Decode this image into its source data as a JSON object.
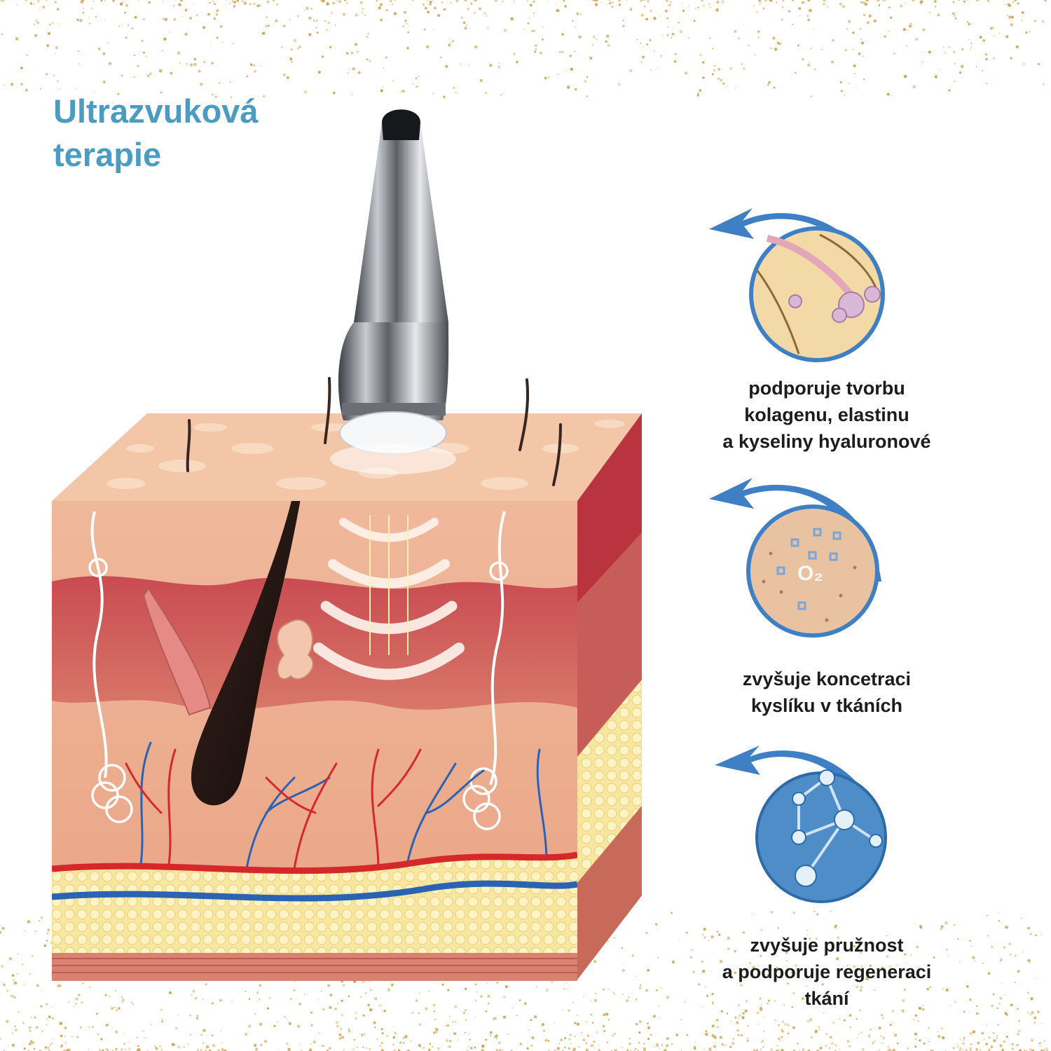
{
  "title": "Ultrazvuková\nterapie",
  "benefits": [
    {
      "icon": "collagen-fiber-icon",
      "caption": "podporuje tvorbu\nkolagenu, elastinu\na kyseliny hyaluronové"
    },
    {
      "icon": "oxygen-molecule-icon",
      "caption": "zvyšuje koncetraci\nkyslíku v tkáních",
      "symbol": "O₂"
    },
    {
      "icon": "molecule-network-icon",
      "caption": "zvyšuje pružnost\na podporuje regeneraci\ntkání"
    }
  ],
  "colors": {
    "title": "#4a9cc3",
    "arrow": "#3f7fc4",
    "glitter": "#c9a24a",
    "artery": "#d5282a",
    "vein": "#2a63b3",
    "fat": "#f6e79a"
  }
}
